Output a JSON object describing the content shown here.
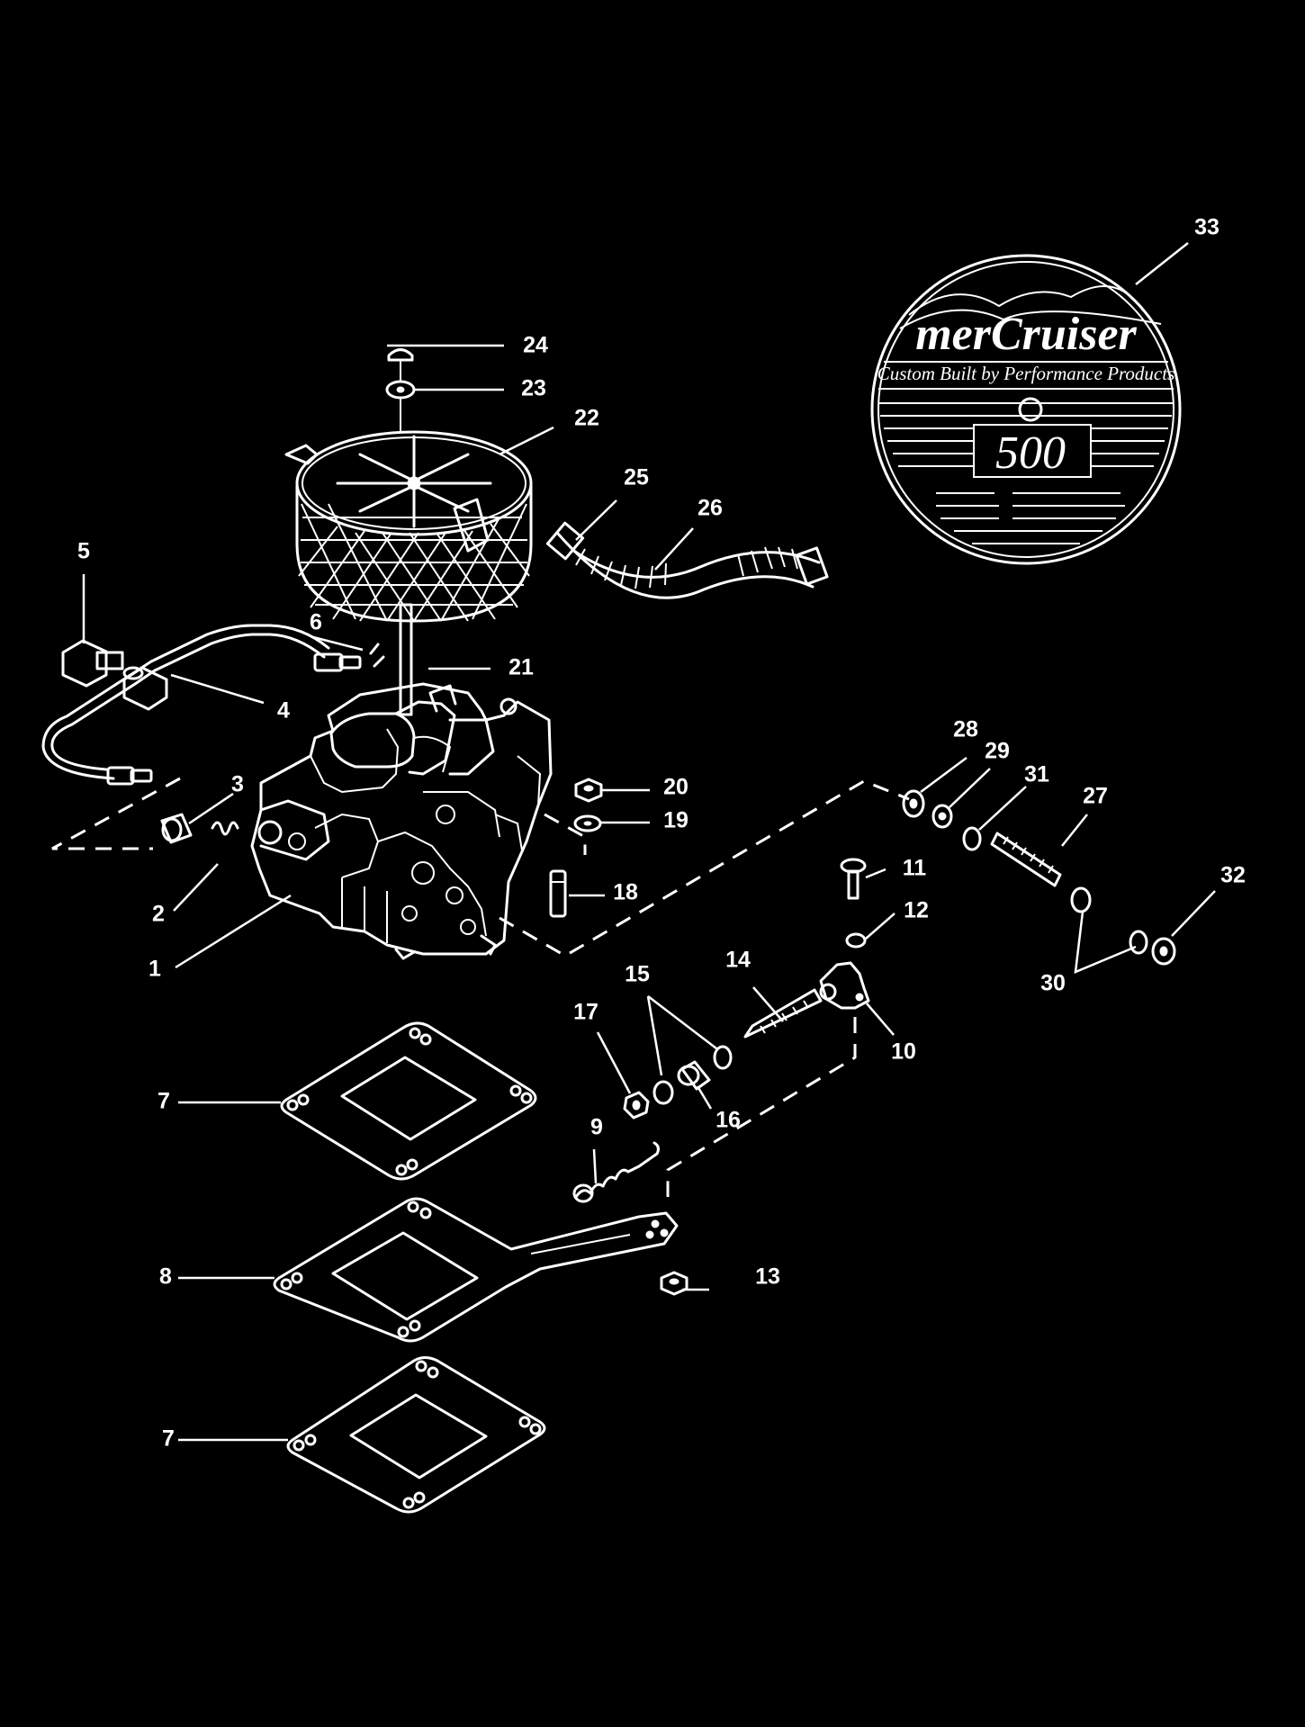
{
  "callouts": [
    {
      "id": "c1",
      "label": "1"
    },
    {
      "id": "c2",
      "label": "2"
    },
    {
      "id": "c3",
      "label": "3"
    },
    {
      "id": "c4",
      "label": "4"
    },
    {
      "id": "c5",
      "label": "5"
    },
    {
      "id": "c6",
      "label": "6"
    },
    {
      "id": "c7a",
      "label": "7"
    },
    {
      "id": "c7b",
      "label": "7"
    },
    {
      "id": "c8",
      "label": "8"
    },
    {
      "id": "c9",
      "label": "9"
    },
    {
      "id": "c10",
      "label": "10"
    },
    {
      "id": "c11",
      "label": "11"
    },
    {
      "id": "c12",
      "label": "12"
    },
    {
      "id": "c13",
      "label": "13"
    },
    {
      "id": "c14",
      "label": "14"
    },
    {
      "id": "c15",
      "label": "15"
    },
    {
      "id": "c16",
      "label": "16"
    },
    {
      "id": "c17",
      "label": "17"
    },
    {
      "id": "c18",
      "label": "18"
    },
    {
      "id": "c19",
      "label": "19"
    },
    {
      "id": "c20",
      "label": "20"
    },
    {
      "id": "c21",
      "label": "21"
    },
    {
      "id": "c22",
      "label": "22"
    },
    {
      "id": "c23",
      "label": "23"
    },
    {
      "id": "c24",
      "label": "24"
    },
    {
      "id": "c25",
      "label": "25"
    },
    {
      "id": "c26",
      "label": "26"
    },
    {
      "id": "c27",
      "label": "27"
    },
    {
      "id": "c28",
      "label": "28"
    },
    {
      "id": "c29",
      "label": "29"
    },
    {
      "id": "c30",
      "label": "30"
    },
    {
      "id": "c31",
      "label": "31"
    },
    {
      "id": "c32",
      "label": "32"
    },
    {
      "id": "c33",
      "label": "33"
    }
  ],
  "decal": {
    "brand": "merCruiser",
    "tagline": "Custom Built by Performance Products",
    "model": "500"
  },
  "colors": {
    "background": "#000000",
    "linework": "#ffffff"
  }
}
